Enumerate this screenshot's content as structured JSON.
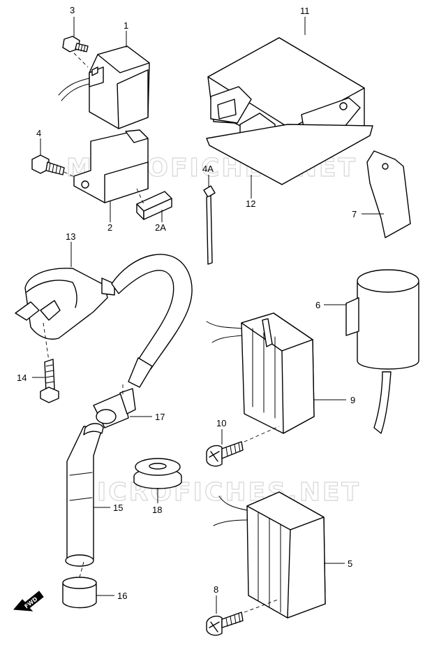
{
  "callouts": {
    "c1": "1",
    "c2": "2",
    "c2a": "2A",
    "c3": "3",
    "c4": "4",
    "c4a": "4A",
    "c5": "5",
    "c6": "6",
    "c7": "7",
    "c8": "8",
    "c9": "9",
    "c10": "10",
    "c11": "11",
    "c12": "12",
    "c13": "13",
    "c14": "14",
    "c15": "15",
    "c16": "16",
    "c17": "17",
    "c18": "18"
  },
  "watermarks": [
    "MICROFICHES.NET",
    "MICROFICHES.NET"
  ],
  "fwd_label": "FWD",
  "colors": {
    "line": "#000000",
    "background": "#ffffff",
    "watermark": "#d6d6d6"
  }
}
